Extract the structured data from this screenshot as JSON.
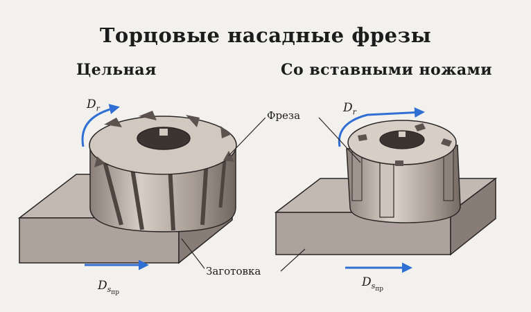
{
  "title": "Торцовые насадные фрезы",
  "subtitle_left": "Цельная",
  "subtitle_right": "Со вставными ножами",
  "labels": {
    "cutter": "Фреза",
    "workpiece": "Заготовка"
  },
  "motion": {
    "rotation_symbol": "D",
    "rotation_subscript": "r",
    "feed_symbol": "D",
    "feed_subscript": "s",
    "feed_subsubscript": "пр"
  },
  "colors": {
    "arrow": "#2f6fd4",
    "metal_dark": "#6e6560",
    "metal_mid": "#a89d95",
    "metal_light": "#d9d0c8",
    "block_top": "#c2b9b3",
    "block_front": "#aea39c",
    "block_side": "#877c76"
  }
}
